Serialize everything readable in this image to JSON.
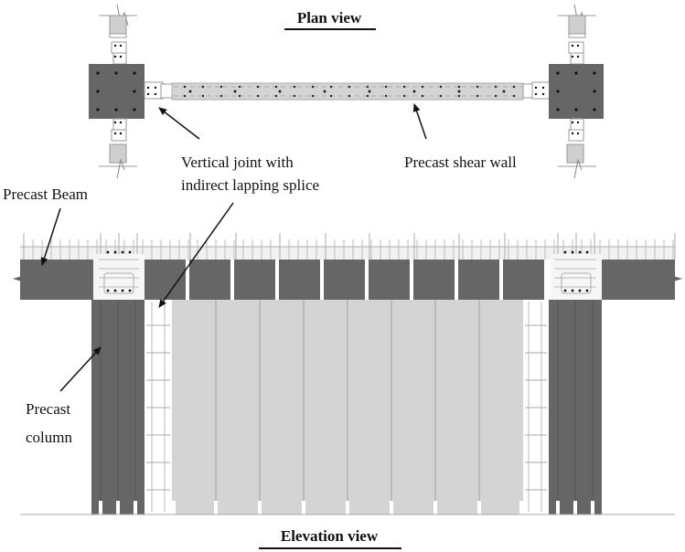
{
  "titles": {
    "plan": "Plan view",
    "elevation": "Elevation view"
  },
  "labels": {
    "vertical_joint_line1": "Vertical joint with",
    "vertical_joint_line2": "indirect lapping splice",
    "precast_shear_wall": "Precast shear wall",
    "precast_beam": "Precast Beam",
    "precast_column_line1": "Precast",
    "precast_column_line2": "column"
  },
  "colors": {
    "column_dark": "#6b6b6b",
    "wall_light": "#d4d4d4",
    "line_gray": "#9a9a9a",
    "text": "#111111"
  },
  "elevation": {
    "wall_panel_count": 8
  }
}
